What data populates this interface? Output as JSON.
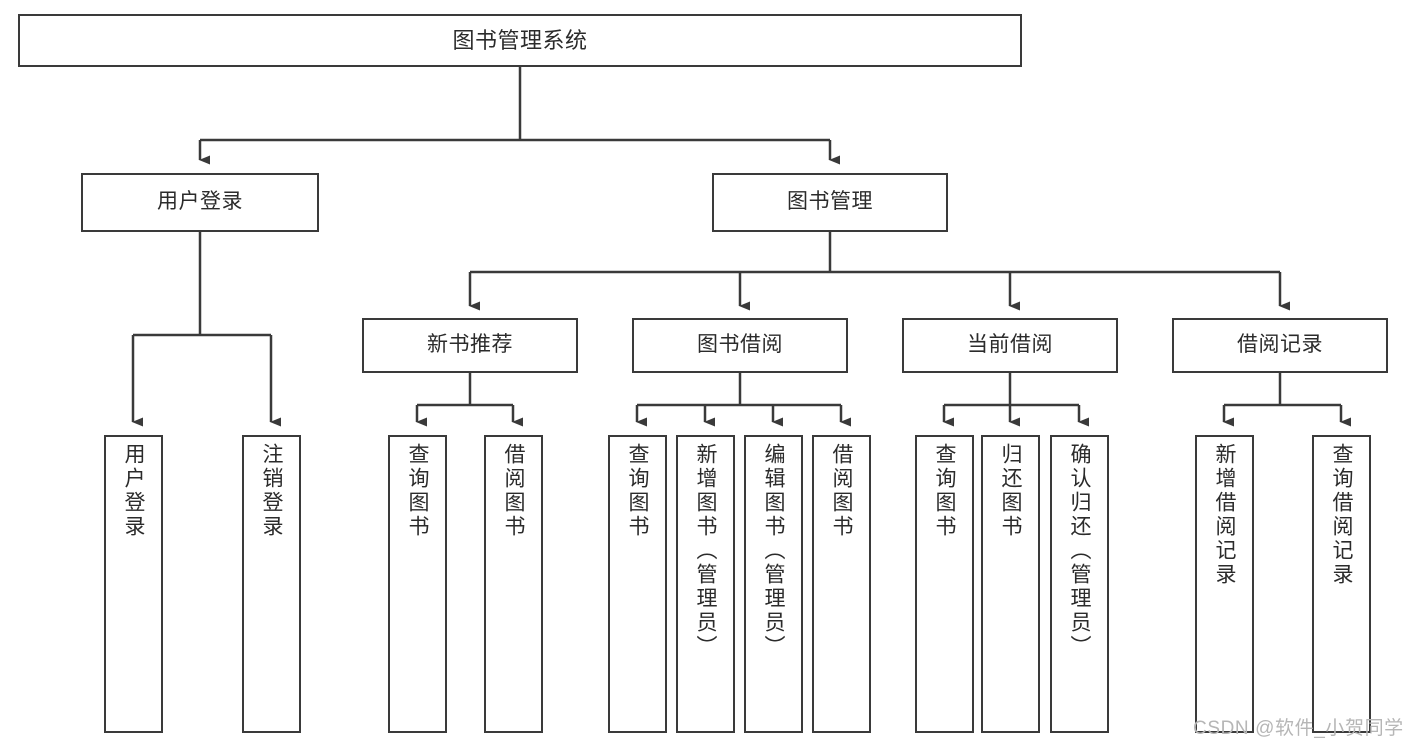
{
  "diagram": {
    "title": "图书管理系统",
    "type": "功能结构图",
    "levels": {
      "level1": [
        {
          "id": "root",
          "label": "图书管理系统"
        }
      ],
      "level2": [
        {
          "id": "user-login",
          "label": "用户登录"
        },
        {
          "id": "book-manage",
          "label": "图书管理"
        }
      ],
      "level3": [
        {
          "id": "new-book-recommend",
          "label": "新书推荐"
        },
        {
          "id": "book-borrow",
          "label": "图书借阅"
        },
        {
          "id": "current-borrow",
          "label": "当前借阅"
        },
        {
          "id": "borrow-record",
          "label": "借阅记录"
        }
      ],
      "level4": [
        {
          "id": "leaf-user-login",
          "label": "用户登录",
          "parent": "user-login"
        },
        {
          "id": "leaf-logout-login",
          "label": "注销登录",
          "parent": "user-login"
        },
        {
          "id": "leaf-query-book-1",
          "label": "查询图书",
          "parent": "new-book-recommend"
        },
        {
          "id": "leaf-borrow-book-1",
          "label": "借阅图书",
          "parent": "new-book-recommend"
        },
        {
          "id": "leaf-query-book-2",
          "label": "查询图书",
          "parent": "book-borrow"
        },
        {
          "id": "leaf-add-book",
          "label": "新增图书（管理员）",
          "parent": "book-borrow"
        },
        {
          "id": "leaf-edit-book",
          "label": "编辑图书（管理员）",
          "parent": "book-borrow"
        },
        {
          "id": "leaf-borrow-book-2",
          "label": "借阅图书",
          "parent": "book-borrow"
        },
        {
          "id": "leaf-query-book-3",
          "label": "查询图书",
          "parent": "current-borrow"
        },
        {
          "id": "leaf-return-book",
          "label": "归还图书",
          "parent": "current-borrow"
        },
        {
          "id": "leaf-confirm-return",
          "label": "确认归还（管理员）",
          "parent": "current-borrow"
        },
        {
          "id": "leaf-add-record",
          "label": "新增借阅记录",
          "parent": "borrow-record"
        },
        {
          "id": "leaf-query-record",
          "label": "查询借阅记录",
          "parent": "borrow-record"
        }
      ]
    },
    "colors": {
      "stroke": "#3a3a3a",
      "node_fill": "#ffffff",
      "text": "#2b2b2b",
      "background": "#ffffff",
      "watermark": "#b6b6b6"
    }
  },
  "watermark": {
    "text": "CSDN @软件_小贺同学"
  }
}
